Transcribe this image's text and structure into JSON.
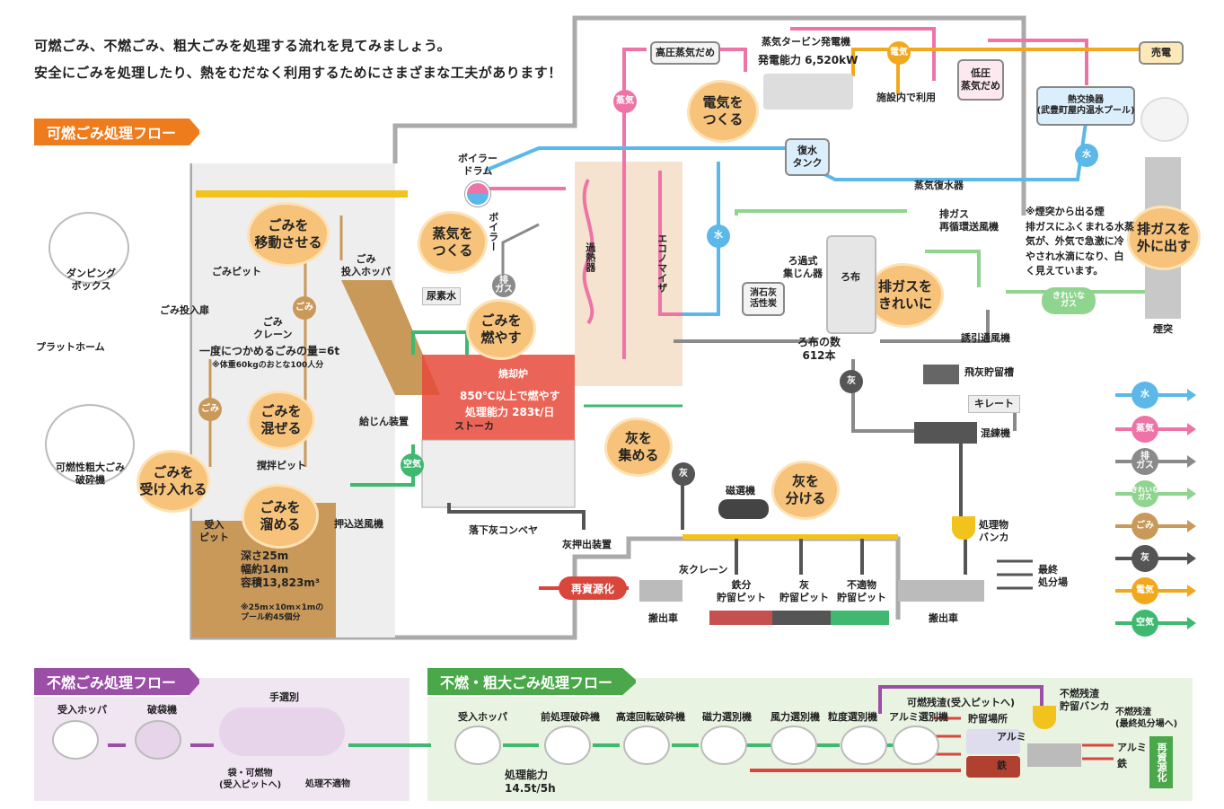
{
  "intro": {
    "line1": "可燃ごみ、不燃ごみ、粗大ごみを処理する流れを見てみましょう。",
    "line2": "安全にごみを処理したり、熱をむだなく利用するためにさまざまな工夫があります！"
  },
  "sections": {
    "combustible": "可燃ごみ処理フロー",
    "incombustible": "不燃ごみ処理フロー",
    "bulky": "不燃・粗大ごみ処理フロー"
  },
  "colors": {
    "water": "#5bb8e8",
    "steam": "#ee74a8",
    "exhaust": "#8a8a8a",
    "clean_gas": "#8fd48f",
    "waste": "#c9995a",
    "ash": "#555555",
    "electricity": "#f2a81c",
    "air": "#3fb870",
    "orange_tag": "#ee7b1c",
    "purple_tag": "#9b4fa6",
    "green_tag": "#4aa84a",
    "recycle": "#d9463b"
  },
  "blobs": {
    "move": "ごみを\n移動させる",
    "steam": "蒸気を\nつくる",
    "burn": "ごみを\n燃やす",
    "mix": "ごみを\n混ぜる",
    "receive": "ごみを\n受け入れる",
    "store": "ごみを\n溜める",
    "electricity": "電気を\nつくる",
    "clean_gas": "排ガスを\nきれいに",
    "collect_ash": "灰を\n集める",
    "separate_ash": "灰を\n分ける",
    "exhaust_out": "排ガスを\n外に出す"
  },
  "labels": {
    "dumping_box": "ダンピング\nボックス",
    "platform": "プラットホーム",
    "crusher": "可燃性粗大ごみ\n破砕機",
    "waste_door": "ごみ投入扉",
    "waste_pit": "ごみピット",
    "crane": "ごみ\nクレーン",
    "grab": "一度につかめるごみの量=6t",
    "grab_note": "※体重60kgのおとな100人分",
    "mix_pit": "撹拌ピット",
    "receive_pit": "受入\nピット",
    "pit_spec": "深さ25m\n幅約14m\n容積13,823m³",
    "pit_note": "※25m×10m×1mの\nプール約45個分",
    "hopper": "ごみ\n投入ホッパ",
    "feeder": "給じん装置",
    "push_fan": "押込送風機",
    "urea": "尿素水",
    "boiler_drum": "ボイラー\nドラム",
    "boiler": "ボイラー",
    "superheater": "過熱器",
    "economizer": "エコノマイザ",
    "incinerator": "焼却炉",
    "incinerator_temp": "850℃以上で燃やす",
    "incinerator_capacity": "処理能力 283t/日",
    "stoker": "ストーカ",
    "ash_conveyor": "落下灰コンベヤ",
    "ash_extruder": "灰押出装置",
    "hp_drum": "高圧蒸気だめ",
    "turbine": "蒸気タービン発電機",
    "turbine_capacity": "発電能力 6,520kW",
    "in_facility": "施設内で利用",
    "lp_drum": "低圧\n蒸気だめ",
    "sell": "売電",
    "heat_exchanger": "熱交換器\n(武豊町屋内温水プール)",
    "condenser": "蒸気復水器",
    "water_tank": "復水\nタンク",
    "recirc_fan": "排ガス\n再循環送風機",
    "lime": "消石灰\n活性炭",
    "bag_filter": "ろ過式\n集じん器",
    "filter_cloth": "ろ布",
    "filter_count": "ろ布の数\n612本",
    "induced_fan": "誘引通風機",
    "fly_ash_tank": "飛灰貯留槽",
    "chelate": "キレート",
    "kneader": "混練機",
    "bunker": "処理物\nバンカ",
    "final_disposal": "最終\n処分場",
    "chimney": "煙突",
    "smoke_note": "※煙突から出る煙\n排ガスにふくまれる水蒸\n気が、外気で急激に冷\nやされ水滴になり、白\nく見えています。",
    "magnet": "磁選機",
    "ash_crane": "灰クレーン",
    "iron_pit": "鉄分\n貯留ピット",
    "ash_pit": "灰\n貯留ピット",
    "reject_pit": "不適物\n貯留ピット",
    "truck_out": "搬出車",
    "truck_out2": "搬出車",
    "recycle": "再資源化",
    "clean_gas_tag": "きれいな\nガス"
  },
  "flow_circles": {
    "steam": "蒸気",
    "water1": "水",
    "water2": "水",
    "exhaust": "排\nガス",
    "waste": "ごみ",
    "waste2": "ごみ",
    "ash": "灰",
    "ash2": "灰",
    "air": "空気",
    "electricity": "電気"
  },
  "legend": [
    {
      "label": "水",
      "color": "#5bb8e8"
    },
    {
      "label": "蒸気",
      "color": "#ee74a8"
    },
    {
      "label": "排\nガス",
      "color": "#8a8a8a"
    },
    {
      "label": "きれいな\nガス",
      "color": "#8fd48f"
    },
    {
      "label": "ごみ",
      "color": "#c9995a"
    },
    {
      "label": "灰",
      "color": "#555555"
    },
    {
      "label": "電気",
      "color": "#f2a81c"
    },
    {
      "label": "空気",
      "color": "#3fb870"
    }
  ],
  "incombustible_steps": [
    {
      "label": "受入ホッパ"
    },
    {
      "label": "破袋機"
    },
    {
      "label": "手選別"
    }
  ],
  "incombustible_outputs": {
    "bags": "袋・可燃物\n(受入ピットへ)",
    "reject": "処理不適物"
  },
  "bulky_steps": [
    {
      "label": "受入ホッパ"
    },
    {
      "label": "前処理破砕機"
    },
    {
      "label": "高速回転破砕機"
    },
    {
      "label": "磁力選別機"
    },
    {
      "label": "風力選別機"
    },
    {
      "label": "粒度選別機"
    },
    {
      "label": "アルミ選別機"
    }
  ],
  "bulky_outputs": {
    "capacity": "処理能力\n14.5t/5h",
    "combustible_residue": "可燃残渣(受入ピットへ)",
    "storage": "貯留場所",
    "alum": "アルミ",
    "iron": "鉄",
    "residue_bunker": "不燃残渣\n貯留バンカ",
    "residue_final": "不燃残渣\n(最終処分場へ)",
    "alum2": "アルミ",
    "iron2": "鉄",
    "recycle": "再資源化"
  }
}
